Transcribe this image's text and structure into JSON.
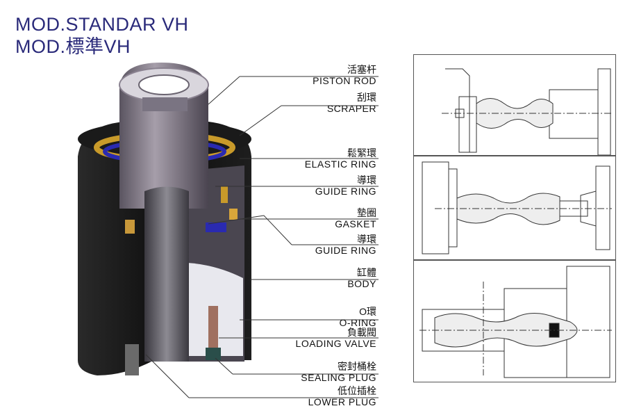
{
  "title_line1": "MOD.STANDAR VH",
  "title_line2": "MOD.標準VH",
  "labels": [
    {
      "id": "piston-rod",
      "cn": "活塞杆",
      "en": "PISTON ROD"
    },
    {
      "id": "scraper",
      "cn": "刮環",
      "en": "SCRAPER"
    },
    {
      "id": "elastic-ring",
      "cn": "鬆緊環",
      "en": "ELASTIC RING"
    },
    {
      "id": "guide-ring-1",
      "cn": "導環",
      "en": "GUIDE RING"
    },
    {
      "id": "gasket",
      "cn": "墊圈",
      "en": "GASKET"
    },
    {
      "id": "guide-ring-2",
      "cn": "導環",
      "en": "GUIDE RING"
    },
    {
      "id": "body",
      "cn": "缸體",
      "en": "BODY"
    },
    {
      "id": "o-ring",
      "cn": "O環",
      "en": "O-RING"
    },
    {
      "id": "loading-valve",
      "cn": "負載閥",
      "en": "LOADING VALVE"
    },
    {
      "id": "sealing-plug",
      "cn": "密封桶栓",
      "en": "SEALING PLUG"
    },
    {
      "id": "lower-plug",
      "cn": "低位插栓",
      "en": "LOWER PLUG"
    }
  ],
  "colors": {
    "title": "#2a2a7a",
    "body": "#141414",
    "rod": "#8a8290",
    "interior": "#6c6a74",
    "seal": "#c89a2a",
    "blue": "#2a2ab0"
  }
}
